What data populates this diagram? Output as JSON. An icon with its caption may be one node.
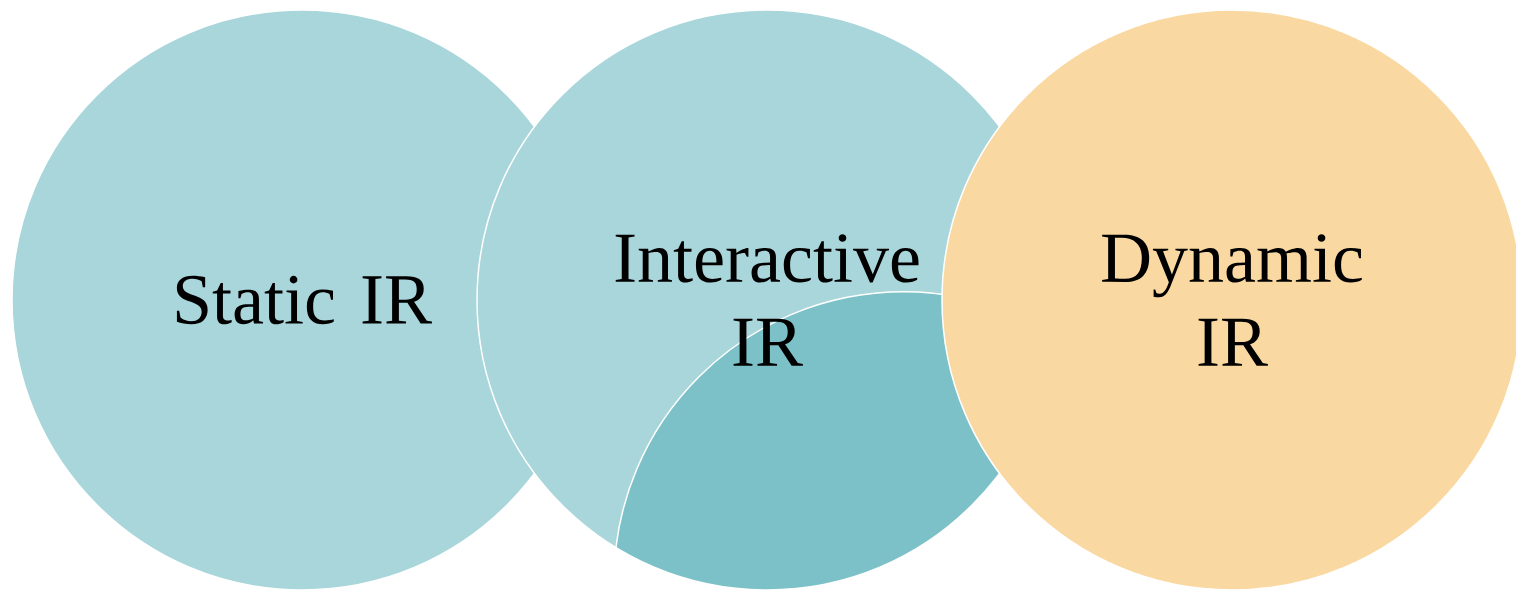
{
  "diagram": {
    "nodes": [
      {
        "text": [
          "Static IR"
        ]
      },
      {
        "text": [
          "Interactive IR"
        ]
      },
      {
        "text": [
          "Dynamic IR"
        ]
      }
    ]
  }
}
